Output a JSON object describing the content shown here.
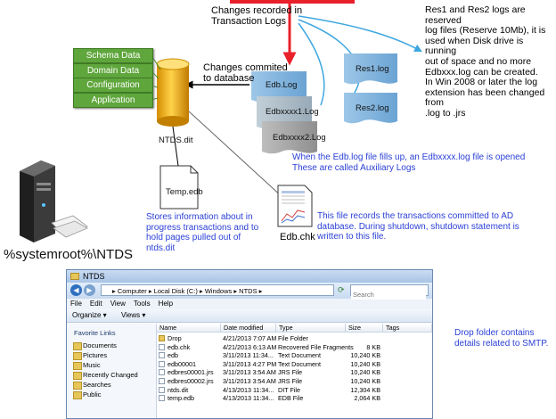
{
  "diagram": {
    "transaction_label": [
      "Changes recorded in",
      "Transaction Logs"
    ],
    "commit_label": [
      "Changes commited",
      "to database"
    ],
    "db_parts": [
      "Schema Data",
      "Domain Data",
      "Configuration",
      "Application"
    ],
    "db_file": "NTDS.dit",
    "temp_file": "Temp.edb",
    "log_files": [
      "Edb.Log",
      "Edbxxxx1.Log",
      "Edbxxxx2.Log"
    ],
    "reserve_logs": [
      "Res1.log",
      "Res2.log"
    ],
    "reserve_note": [
      "Res1 and Res2 logs are reserved",
      "log files (Reserve 10Mb), it is",
      "used when Disk drive is running",
      "out of space and no more",
      "Edbxxx.log can be created.",
      "In Win 2008 or later the log",
      "extension has been changed from",
      ".log to .jrs"
    ],
    "aux_note": [
      "When the Edb.log file fills up, an Edbxxxx.log file is opened",
      "These are called Auxiliary Logs"
    ],
    "chk_file": "Edb.chk",
    "chk_note": [
      "This file records the transactions committed to AD",
      "database. During shutdown, shutdown statement is",
      "written to this file."
    ],
    "temp_note": [
      "Stores information about in",
      "progress transactions and to",
      "hold pages pulled out of",
      "ntds.dit"
    ],
    "server_path": "%systemroot%\\NTDS",
    "drop_note": [
      "Drop folder contains",
      "details related to SMTP."
    ],
    "colors": {
      "arrow_red": "#e8202a",
      "arrow_blue": "#3fa7e0",
      "note_blue": "#2a3fd6",
      "db_green": "#5fa63c",
      "db_gold": "#f2b51c"
    }
  },
  "explorer": {
    "title": "NTDS",
    "breadcrumb": "▸ Computer ▸ Local Disk (C:) ▸ Windows ▸ NTDS ▸",
    "search_placeholder": "Search",
    "menu": [
      "File",
      "Edit",
      "View",
      "Tools",
      "Help"
    ],
    "toolbar": [
      "Organize ▾",
      "Views ▾"
    ],
    "nav_header": "Favorite Links",
    "nav_items": [
      "Documents",
      "Pictures",
      "Music",
      "Recently Changed",
      "Searches",
      "Public"
    ],
    "columns": [
      "Name",
      "Date modified",
      "Type",
      "Size",
      "Tags"
    ],
    "files": [
      {
        "name": "Drop",
        "date": "4/21/2013 7:07 AM",
        "type": "File Folder",
        "size": ""
      },
      {
        "name": "edb.chk",
        "date": "4/21/2013 6:13 AM",
        "type": "Recovered File Fragments",
        "size": "8 KB"
      },
      {
        "name": "edb",
        "date": "3/11/2013 11:34...",
        "type": "Text Document",
        "size": "10,240 KB"
      },
      {
        "name": "edb00001",
        "date": "3/11/2013 4:27 PM",
        "type": "Text Document",
        "size": "10,240 KB"
      },
      {
        "name": "edbres00001.jrs",
        "date": "3/11/2013 3:54 AM",
        "type": "JRS File",
        "size": "10,240 KB"
      },
      {
        "name": "edbres00002.jrs",
        "date": "3/11/2013 3:54 AM",
        "type": "JRS File",
        "size": "10,240 KB"
      },
      {
        "name": "ntds.dit",
        "date": "4/13/2013 11:34...",
        "type": "DIT File",
        "size": "12,304 KB"
      },
      {
        "name": "temp.edb",
        "date": "4/13/2013 11:34...",
        "type": "EDB File",
        "size": "2,064 KB"
      }
    ]
  }
}
